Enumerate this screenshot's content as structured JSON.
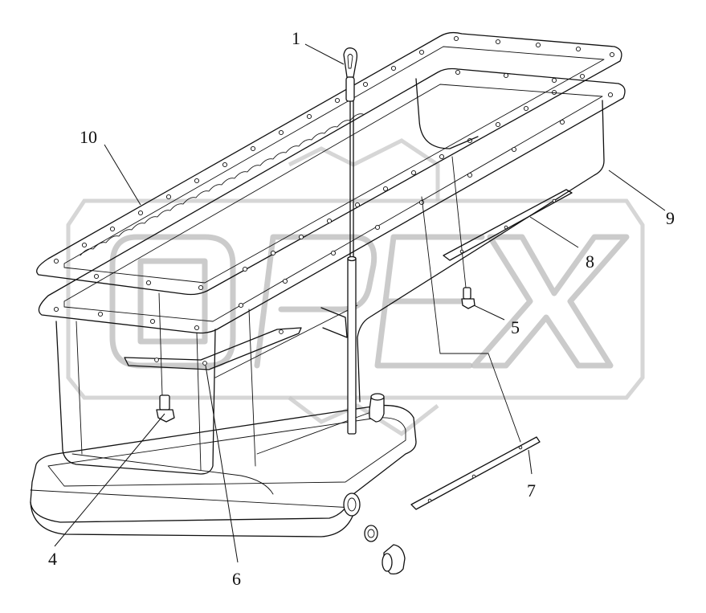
{
  "watermark": {
    "text": "OPEX"
  },
  "callouts": [
    {
      "id": "c1",
      "label": "1"
    },
    {
      "id": "c4",
      "label": "4"
    },
    {
      "id": "c5",
      "label": "5"
    },
    {
      "id": "c6",
      "label": "6"
    },
    {
      "id": "c7",
      "label": "7"
    },
    {
      "id": "c8",
      "label": "8"
    },
    {
      "id": "c9",
      "label": "9"
    },
    {
      "id": "c10",
      "label": "10"
    }
  ]
}
